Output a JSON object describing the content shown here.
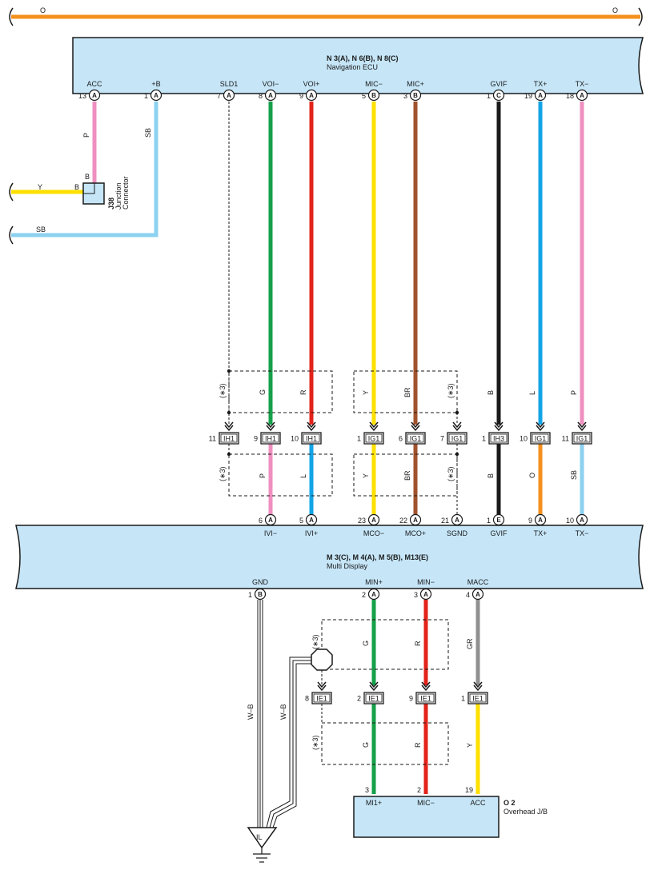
{
  "top_bus": {
    "left_label": "O",
    "right_label": "O"
  },
  "nav_ecu": {
    "code": "N 3(A), N 6(B), N 8(C)",
    "name": "Navigation ECU",
    "pins": [
      {
        "name": "ACC",
        "num": "13",
        "conn": "A"
      },
      {
        "name": "+B",
        "num": "1",
        "conn": "A"
      },
      {
        "name": "SLD1",
        "num": "7",
        "conn": "A"
      },
      {
        "name": "VOI−",
        "num": "8",
        "conn": "A"
      },
      {
        "name": "VOI+",
        "num": "9",
        "conn": "A"
      },
      {
        "name": "MIC−",
        "num": "5",
        "conn": "B"
      },
      {
        "name": "MIC+",
        "num": "3",
        "conn": "B"
      },
      {
        "name": "GVIF",
        "num": "1",
        "conn": "C"
      },
      {
        "name": "TX+",
        "num": "19",
        "conn": "A"
      },
      {
        "name": "TX−",
        "num": "18",
        "conn": "A"
      }
    ]
  },
  "junction": {
    "code": "J38",
    "name_line1": "Junction",
    "name_line2": "Connector",
    "pin_top": "B",
    "pin_left": "B",
    "wire_in_color": "Y",
    "wire_p_color": "P",
    "wire_sb_color": "SB",
    "wire_sb_bottom": "SB"
  },
  "upper_wire_colors": [
    "G",
    "R",
    "Y",
    "BR",
    "B",
    "L",
    "P"
  ],
  "shield_note": "(∗3)",
  "mid_connectors": [
    {
      "num": "11",
      "code": "IH1"
    },
    {
      "num": "9",
      "code": "IH1"
    },
    {
      "num": "10",
      "code": "IH1"
    },
    {
      "num": "1",
      "code": "IG1"
    },
    {
      "num": "6",
      "code": "IG1"
    },
    {
      "num": "7",
      "code": "IG1"
    },
    {
      "num": "1",
      "code": "IH3"
    },
    {
      "num": "10",
      "code": "IG1"
    },
    {
      "num": "11",
      "code": "IG1"
    }
  ],
  "lower_wire_colors": [
    "P",
    "L",
    "Y",
    "BR",
    "B",
    "O",
    "SB"
  ],
  "multi_display": {
    "code": "M 3(C), M 4(A), M 5(B), M13(E)",
    "name": "Multi Display",
    "top_pins": [
      {
        "name": "IVI−",
        "num": "6",
        "conn": "A"
      },
      {
        "name": "IVI+",
        "num": "5",
        "conn": "A"
      },
      {
        "name": "MCO−",
        "num": "23",
        "conn": "A"
      },
      {
        "name": "MCO+",
        "num": "22",
        "conn": "A"
      },
      {
        "name": "SGND",
        "num": "21",
        "conn": "A"
      },
      {
        "name": "GVIF",
        "num": "1",
        "conn": "E"
      },
      {
        "name": "TX+",
        "num": "9",
        "conn": "A"
      },
      {
        "name": "TX−",
        "num": "10",
        "conn": "A"
      }
    ],
    "bottom_pins": [
      {
        "name": "GND",
        "num": "1",
        "conn": "B"
      },
      {
        "name": "MIN+",
        "num": "2",
        "conn": "A"
      },
      {
        "name": "MIN−",
        "num": "3",
        "conn": "A"
      },
      {
        "name": "MACC",
        "num": "4",
        "conn": "A"
      }
    ]
  },
  "bottom_wires": {
    "gnd_color": "W–B",
    "gnd_color2": "W–B",
    "upper": [
      "G",
      "R",
      "GR"
    ],
    "lower": [
      "G",
      "R",
      "Y"
    ]
  },
  "ie_connectors": [
    {
      "num": "8",
      "code": "IE1"
    },
    {
      "num": "2",
      "code": "IE1"
    },
    {
      "num": "9",
      "code": "IE1"
    },
    {
      "num": "1",
      "code": "IE1"
    }
  ],
  "overhead_jb": {
    "code": "O 2",
    "name": "Overhead J/B",
    "pins": [
      {
        "name": "MI1+",
        "num": "3"
      },
      {
        "name": "MIC−",
        "num": "2"
      },
      {
        "name": "ACC",
        "num": "19"
      }
    ]
  },
  "ground": {
    "label": "IL"
  },
  "colors": {
    "box_fill": "#c6e6f8",
    "orange": "#f5901e",
    "pink": "#ef8fbf",
    "skyblue": "#8dd1f0",
    "green": "#16a04a",
    "red": "#e2231a",
    "yellow": "#ffe000",
    "brown": "#a0522d",
    "black": "#1a1a1a",
    "blue": "#12a4e6",
    "gray": "#909090"
  }
}
